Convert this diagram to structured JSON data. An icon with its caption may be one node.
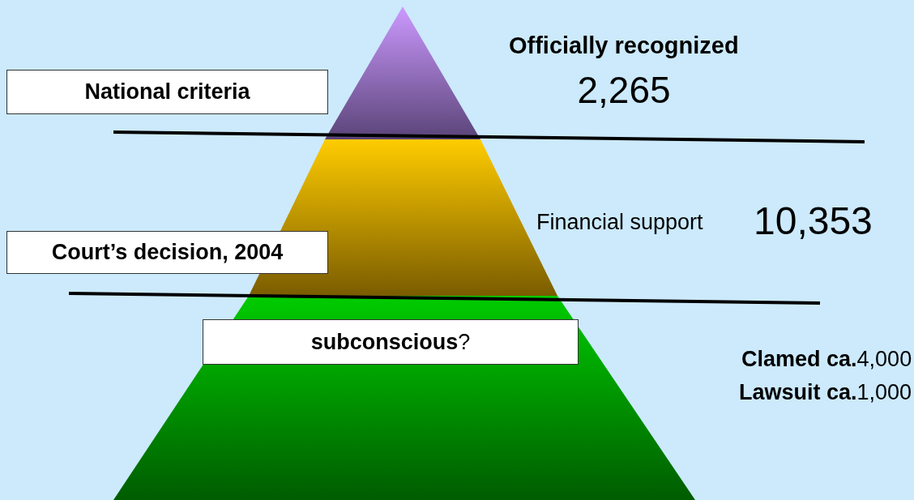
{
  "diagram": {
    "nodes": [
      {
        "text": [
          "National criteria"
        ]
      },
      {
        "text": [
          "Court’s decision, 2004"
        ]
      },
      {
        "text": [
          "**subconscious**?"
        ]
      }
    ],
    "labels": [
      "Officially recognized",
      "2,265",
      "Financial support",
      "10,353",
      "**Clamed ca.**4,000",
      "**Lawsuit ca.**1,000"
    ]
  }
}
